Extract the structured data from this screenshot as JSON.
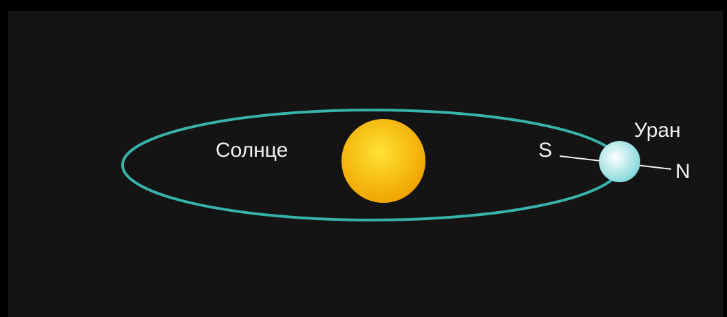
{
  "labels": {
    "sun": "Солнце",
    "planet": "Уран",
    "south_pole": "S",
    "north_pole": "N"
  },
  "colors": {
    "background": "#141414",
    "orbit": "#37b3ab",
    "sun_core": "#ffe233",
    "sun_edge": "#f0a500",
    "planet_core": "#ffffff",
    "planet_edge": "#7ed6d8",
    "text": "#f2f2f2"
  }
}
